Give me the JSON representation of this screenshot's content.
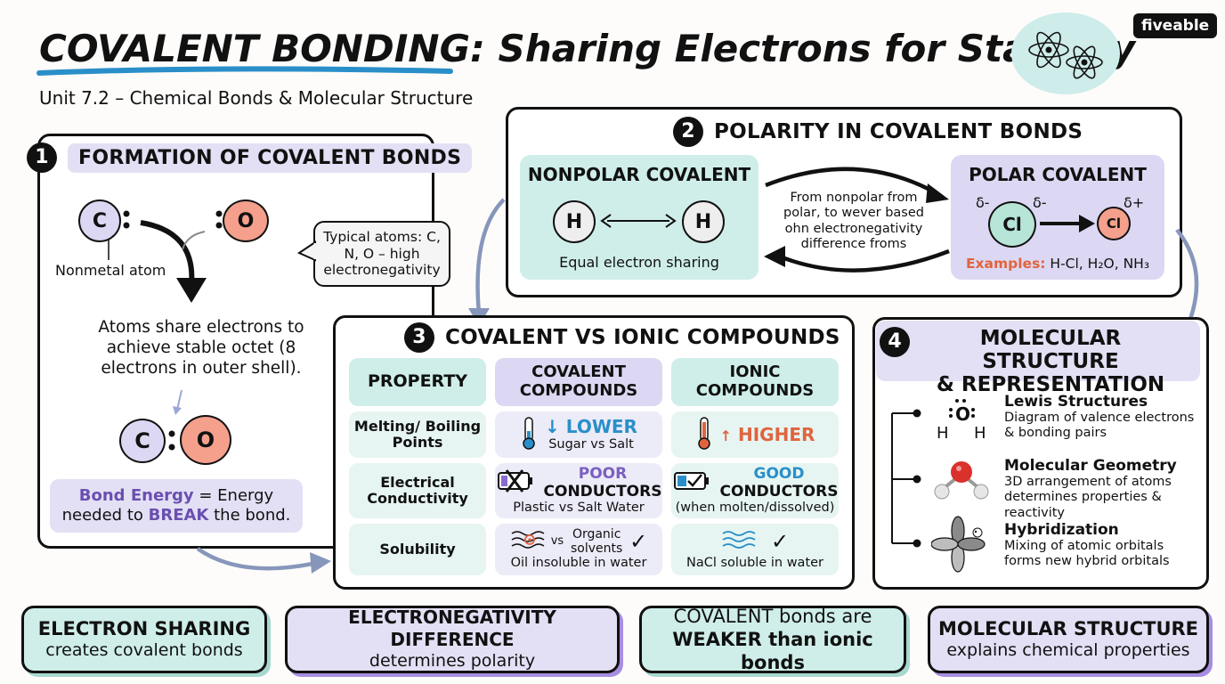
{
  "header": {
    "title_main": "COVALENT BONDING:",
    "title_rest": " Sharing Electrons for Stability",
    "subtitle": "Unit 7.2 – Chemical Bonds & Molecular Structure",
    "brand": "fiveable"
  },
  "section1": {
    "number": "1",
    "title": "FORMATION OF COVALENT BONDS",
    "atom_c": "C",
    "atom_o": "O",
    "atom_label": "Nonmetal atom",
    "callout": "Typical atoms: C, N, O – high electronegativity",
    "description": "Atoms share electrons to achieve stable octet (8 electrons in outer shell).",
    "bond_c": "C",
    "bond_o": "O",
    "bond_energy_term": "Bond Energy",
    "bond_energy_mid": " = Energy needed to ",
    "bond_energy_break": "BREAK",
    "bond_energy_end": " the bond."
  },
  "section2": {
    "number": "2",
    "title": "POLARITY IN COVALENT BONDS",
    "nonpolar_title": "NONPOLAR COVALENT",
    "nonpolar_atom_left": "H",
    "nonpolar_atom_right": "H",
    "nonpolar_caption": "Equal electron sharing",
    "middle_text": "From nonpolar from polar, to wever based ohn electronegativity difference froms",
    "polar_title": "POLAR COVALENT",
    "polar_atom_left": "Cl",
    "polar_atom_right": "Cl",
    "delta_minus_1": "δ-",
    "delta_minus_2": "δ-",
    "delta_plus": "δ+",
    "examples_label": "Examples:",
    "examples_value": " H-Cl, H₂O, NH₃"
  },
  "section3": {
    "number": "3",
    "title": "COVALENT VS IONIC COMPOUNDS",
    "headers": [
      "PROPERTY",
      "COVALENT COMPOUNDS",
      "IONIC COMPOUNDS"
    ],
    "rows": [
      {
        "property": "Melting/ Boiling Points",
        "covalent_main": "LOWER",
        "covalent_sub": "Sugar vs Salt",
        "ionic_main": "HIGHER",
        "ionic_sub": ""
      },
      {
        "property": "Electrical Conductivity",
        "covalent_main_a": "POOR",
        "covalent_main_b": "CONDUCTORS",
        "covalent_sub": "Plastic vs Salt Water",
        "ionic_main_a": "GOOD",
        "ionic_main_b": "CONDUCTORS",
        "ionic_sub": "(when molten/dissolved)"
      },
      {
        "property": "Solubility",
        "covalent_vs": "vs",
        "covalent_main": "Organic solvents",
        "covalent_sub": "Oil insoluble in water",
        "ionic_sub": "NaCl soluble in water"
      }
    ],
    "colors": {
      "lower": "#2a8fc9",
      "higher": "#e0643f",
      "poor": "#7a5fc0",
      "good": "#2a8fc9"
    }
  },
  "section4": {
    "number": "4",
    "title_line1": "MOLECULAR STRUCTURE",
    "title_line2": "& REPRESENTATION",
    "lewis_hint": "H  H",
    "items": [
      {
        "title": "Lewis Structures",
        "desc": "Diagram of valence electrons & bonding pairs"
      },
      {
        "title": "Molecular Geometry",
        "desc": "3D arrangement of atoms determines properties & reactivity"
      },
      {
        "title": "Hybridization",
        "desc": "Mixing of atomic orbitals forms new hybrid orbitals"
      }
    ]
  },
  "footer": [
    {
      "line1": "ELECTRON SHARING",
      "line2": "creates covalent bonds"
    },
    {
      "line1": "ELECTRONEGATIVITY DIFFERENCE",
      "line2": "determines polarity"
    },
    {
      "line1": "COVALENT bonds are",
      "line2": "WEAKER than ionic bonds"
    },
    {
      "line1": "MOLECULAR STRUCTURE",
      "line2": "explains chemical properties"
    }
  ]
}
